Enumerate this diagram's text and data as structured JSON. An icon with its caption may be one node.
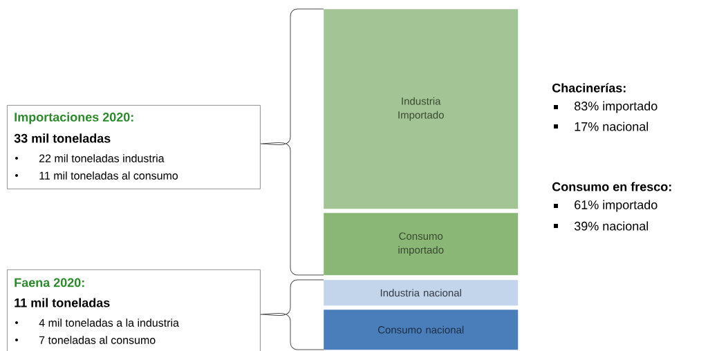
{
  "diagram": {
    "nodes": [
      {
        "text": [
          "Importaciones 2020:",
          "33 mil toneladas",
          "22 mil toneladas industria",
          "11 mil toneladas al consumo"
        ]
      },
      {
        "text": [
          "Faena 2020:",
          "11 mil toneladas",
          "4 mil toneladas a la industria",
          "7 toneladas al consumo"
        ]
      },
      {
        "text": [
          "Industria Importado"
        ]
      },
      {
        "text": [
          "Consumo importado"
        ]
      },
      {
        "text": [
          "Industria nacional"
        ]
      },
      {
        "text": [
          "Consumo nacional"
        ]
      }
    ],
    "labels": [
      "Chacinerías:",
      "83% importado",
      "17% nacional",
      "Consumo en fresco:",
      "61% importado",
      "39% nacional"
    ]
  }
}
